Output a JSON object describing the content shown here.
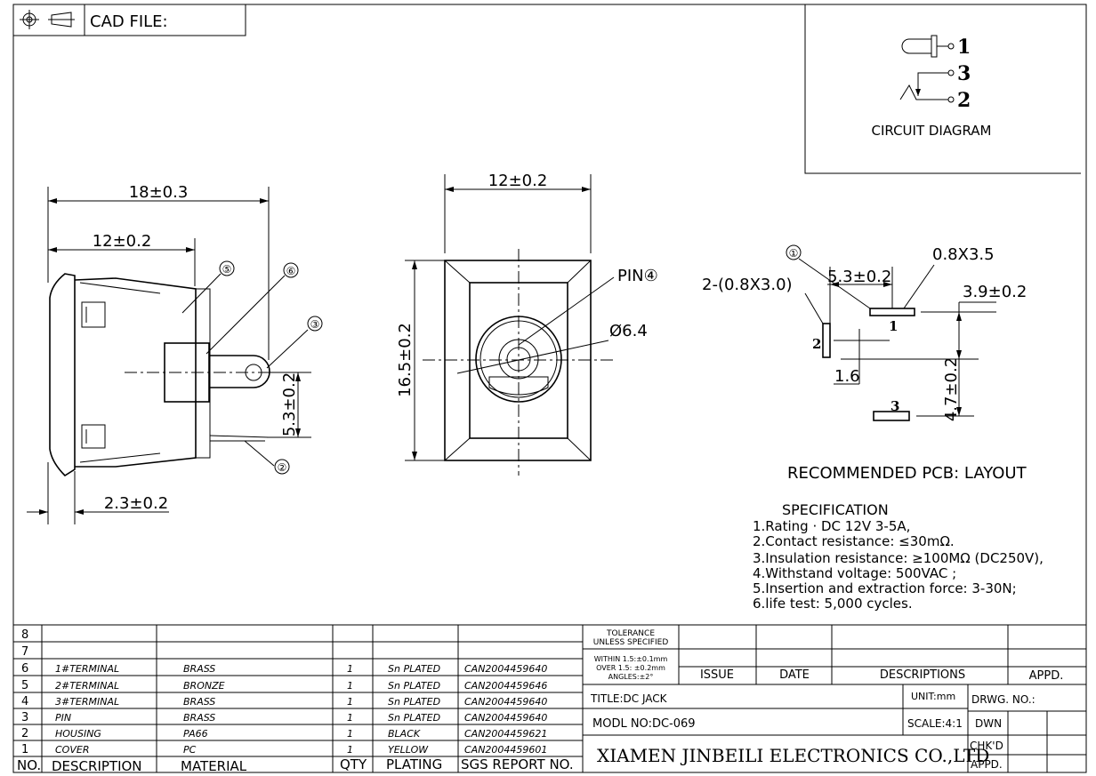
{
  "header": {
    "cad_file_label": "CAD FILE:"
  },
  "circuit": {
    "title": "CIRCUIT DIAGRAM",
    "pins": [
      "1",
      "3",
      "2"
    ]
  },
  "side_view": {
    "dim_total": "18±0.3",
    "dim_body": "12±0.2",
    "dim_pin_offset": "5.3±0.2",
    "dim_flange": "2.3±0.2",
    "callouts": [
      "⑤",
      "⑥",
      "③",
      "②"
    ]
  },
  "front_view": {
    "dim_width": "12±0.2",
    "dim_height": "16.5±0.2",
    "pin_label": "PIN④",
    "dia_label": "Ø6.4"
  },
  "pcb": {
    "callout_1": "①",
    "slot_a": "0.8X3.5",
    "slot_b": "2-(0.8X3.0)",
    "dim_5_3": "5.3±0.2",
    "dim_3_9": "3.9±0.2",
    "dim_4_7": "4.7±0.2",
    "dim_1_6": "1.6",
    "pad_1": "1",
    "pad_2": "2",
    "pad_3": "3",
    "title": "RECOMMENDED PCB: LAYOUT"
  },
  "specification": {
    "title": "SPECIFICATION",
    "lines": [
      "1.Rating · DC 12V 3-5A,",
      "2.Contact resistance: ≤30mΩ.",
      "3.Insulation resistance: ≥100MΩ (DC250V),",
      "4.Withstand voltage: 500VAC ;",
      "5.Insertion and extraction force: 3-30N;",
      "6.life test: 5,000 cycles."
    ]
  },
  "bom": {
    "headers": [
      "NO.",
      "DESCRIPTION",
      "MATERIAL",
      "QTY",
      "PLATING",
      "SGS REPORT NO."
    ],
    "rows": [
      {
        "no": "8",
        "desc": "",
        "mat": "",
        "qty": "",
        "plating": "",
        "sgs": ""
      },
      {
        "no": "7",
        "desc": "",
        "mat": "",
        "qty": "",
        "plating": "",
        "sgs": ""
      },
      {
        "no": "6",
        "desc": "1#TERMINAL",
        "mat": "BRASS",
        "qty": "1",
        "plating": "Sn PLATED",
        "sgs": "CAN2004459640"
      },
      {
        "no": "5",
        "desc": "2#TERMINAL",
        "mat": "BRONZE",
        "qty": "1",
        "plating": "Sn PLATED",
        "sgs": "CAN2004459646"
      },
      {
        "no": "4",
        "desc": "3#TERMINAL",
        "mat": "BRASS",
        "qty": "1",
        "plating": "Sn PLATED",
        "sgs": "CAN2004459640"
      },
      {
        "no": "3",
        "desc": "PIN",
        "mat": "BRASS",
        "qty": "1",
        "plating": "Sn PLATED",
        "sgs": "CAN2004459640"
      },
      {
        "no": "2",
        "desc": "HOUSING",
        "mat": "PA66",
        "qty": "1",
        "plating": "BLACK",
        "sgs": "CAN2004459621"
      },
      {
        "no": "1",
        "desc": "COVER",
        "mat": "PC",
        "qty": "1",
        "plating": "YELLOW",
        "sgs": "CAN2004459601"
      }
    ]
  },
  "title_block": {
    "tolerance": [
      "TOLERANCE",
      "UNLESS SPECIFIED",
      "WITHIN 1.5:±0.1mm",
      "OVER 1.5: ±0.2mm",
      "ANGLES:±2°"
    ],
    "issue": "ISSUE",
    "date": "DATE",
    "descriptions": "DESCRIPTIONS",
    "appd_top": "APPD.",
    "title": "TITLE:DC JACK",
    "unit": "UNIT:mm",
    "drwg_no": "DRWG. NO.:",
    "model": "MODL NO:DC-069",
    "scale": "SCALE:4:1",
    "dwn": "DWN",
    "chkd": "CHK'D",
    "appd": "APPD.",
    "company": "XIAMEN JINBEILI ELECTRONICS CO.,LTD"
  }
}
